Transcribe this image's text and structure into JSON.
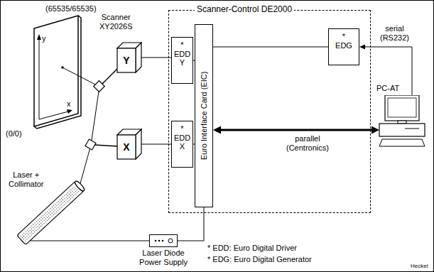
{
  "diagram": {
    "nodes": [
      {
        "text": [
          "Scanner-Control DE2000"
        ]
      },
      {
        "text": [
          "* EDD Y"
        ],
        "in": 0
      },
      {
        "text": [
          "* EDD X"
        ],
        "in": 0
      },
      {
        "text": [
          "Euro Interface Card (EIC)"
        ],
        "in": 0
      },
      {
        "text": [
          "* EDG"
        ],
        "in": 0
      },
      {
        "text": [
          "Y"
        ]
      },
      {
        "text": [
          "X"
        ]
      },
      {
        "text": [
          "Laser Diode Power Supply"
        ]
      },
      {
        "text": [
          "PC-AT"
        ]
      }
    ],
    "edges": [
      {
        "from": 5,
        "to": 1,
        "arrow": "none"
      },
      {
        "from": 6,
        "to": 2,
        "arrow": "none"
      },
      {
        "from": 1,
        "to": 3,
        "arrow": "none"
      },
      {
        "from": 2,
        "to": 3,
        "arrow": "none"
      },
      {
        "from": 4,
        "to": 3,
        "arrow": "none"
      },
      {
        "from": 8,
        "to": 4,
        "arrow": "to",
        "label": "serial (RS232)"
      },
      {
        "from": 8,
        "to": 3,
        "arrow": "both",
        "label": "parallel (Centronics)"
      },
      {
        "from": 3,
        "to": 7,
        "arrow": "none"
      }
    ],
    "labels": [
      "(65535/65535)",
      "y",
      "x",
      "(0/0)",
      "Scanner XY2026S",
      "Laser + Collimator",
      "* EDD: Euro Digital Driver",
      "* EDG: Euro Digital Generator",
      "Heckel"
    ]
  }
}
